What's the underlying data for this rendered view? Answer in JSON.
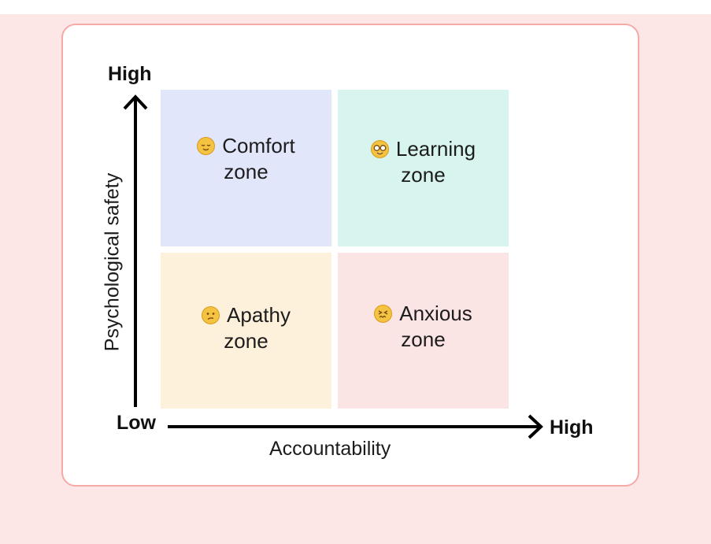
{
  "diagram": {
    "y_axis": {
      "title": "Psychological safety",
      "high_label": "High"
    },
    "x_axis": {
      "title": "Accountability",
      "low_label": "Low",
      "high_label": "High"
    },
    "quadrants": {
      "comfort": {
        "line1": "Comfort",
        "line2": "zone",
        "emoji": "relieved-face-icon",
        "color": "#e2e6fb"
      },
      "learning": {
        "line1": "Learning",
        "line2": "zone",
        "emoji": "nerd-face-icon",
        "color": "#d8f4ee"
      },
      "apathy": {
        "line1": "Apathy",
        "line2": "zone",
        "emoji": "confused-face-icon",
        "color": "#fdf1db"
      },
      "anxious": {
        "line1": "Anxious",
        "line2": "zone",
        "emoji": "confounded-face-icon",
        "color": "#fbe4e4"
      }
    },
    "colors": {
      "background": "#fde6e6",
      "card_border": "#f5aaa6",
      "axis": "#000000"
    }
  }
}
